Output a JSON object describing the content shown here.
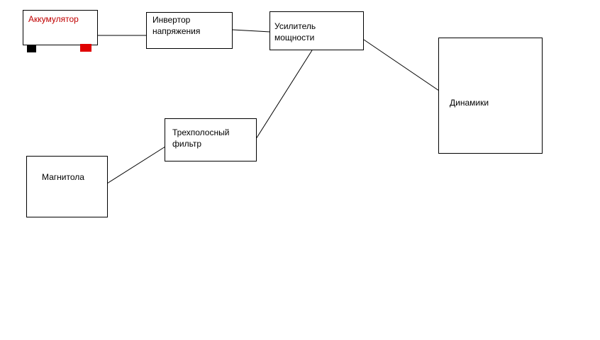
{
  "diagram": {
    "blocks": {
      "battery": {
        "label": "Аккумулятор",
        "text_color": "#c00000"
      },
      "inverter": {
        "lines": [
          "Инвертор",
          "напряжения"
        ]
      },
      "amplifier": {
        "lines": [
          "Усилитель",
          "мощности"
        ]
      },
      "speakers": {
        "label": "Динамики"
      },
      "filter": {
        "lines": [
          "Трехполосный",
          "фильтр"
        ]
      },
      "radio": {
        "label": "Магнитола"
      }
    },
    "terminals": {
      "negative_color": "#000000",
      "positive_color": "#e00000"
    },
    "connections": [
      {
        "from": "Аккумулятор",
        "to": "Инвертор напряжения"
      },
      {
        "from": "Инвертор напряжения",
        "to": "Усилитель мощности"
      },
      {
        "from": "Усилитель мощности",
        "to": "Динамики"
      },
      {
        "from": "Трехполосный фильтр",
        "to": "Усилитель мощности"
      },
      {
        "from": "Магнитола",
        "to": "Трехполосный фильтр"
      }
    ]
  }
}
